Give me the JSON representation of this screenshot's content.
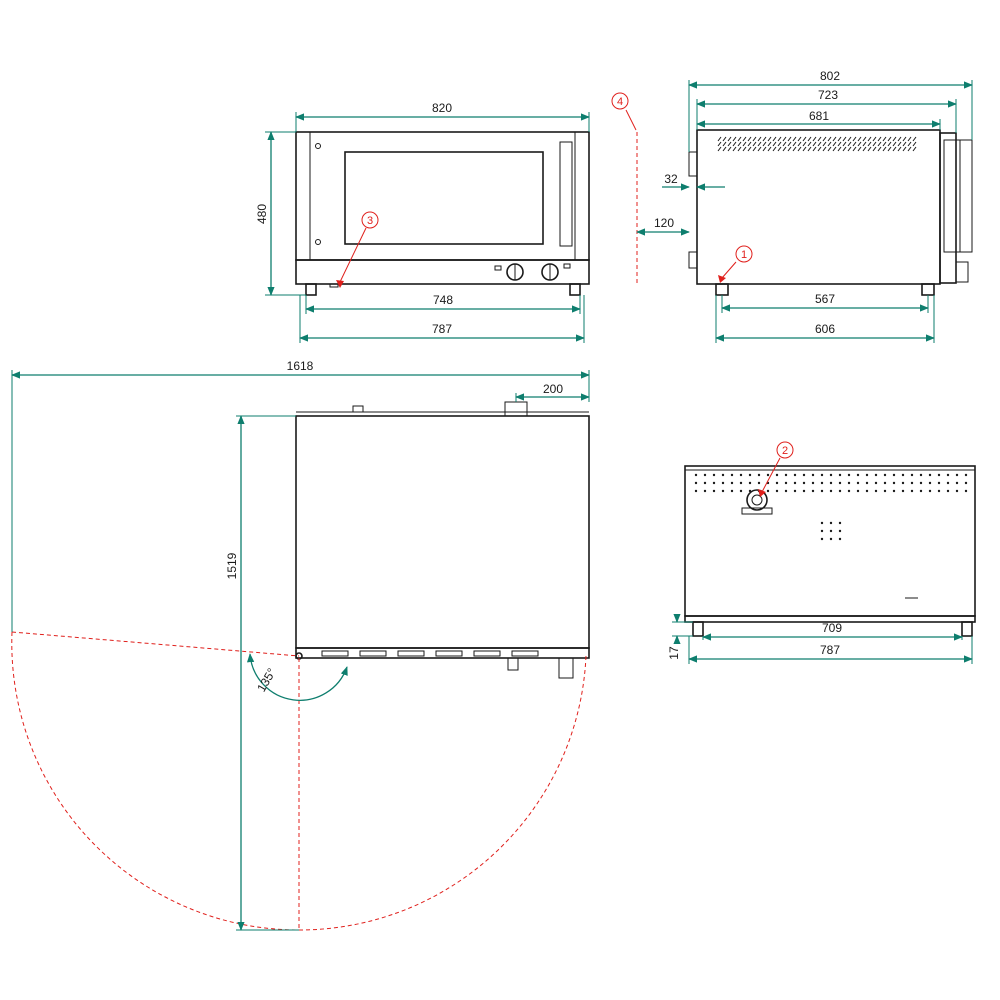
{
  "dimensions": {
    "front_width": "820",
    "front_height": "480",
    "front_feet_inner": "748",
    "front_feet_outer": "787",
    "side_overall": "802",
    "side_body": "723",
    "side_vent": "681",
    "side_offset_small": "32",
    "side_offset_wall": "120",
    "side_feet_inner": "567",
    "side_feet_outer": "606",
    "top_total": "1618",
    "top_offset": "200",
    "top_depth": "1519",
    "door_angle": "135°",
    "back_feet_inner": "709",
    "back_feet_outer": "787",
    "back_foot_height": "17"
  },
  "callouts": [
    "1",
    "2",
    "3",
    "4"
  ],
  "colors": {
    "dimension": "#0e7e6e",
    "outline": "#1a1a1a",
    "callout": "#e0201c"
  }
}
